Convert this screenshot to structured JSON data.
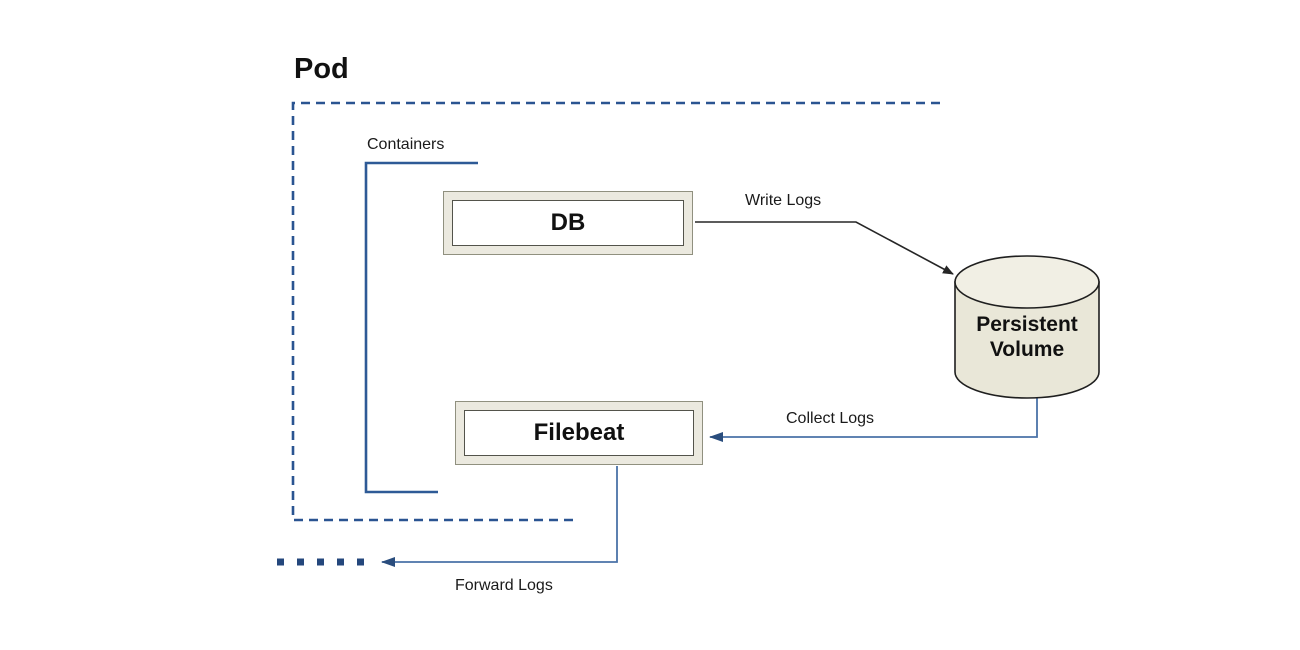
{
  "diagram": {
    "pod": {
      "label": "Pod"
    },
    "containers_group": {
      "label": "Containers"
    },
    "nodes": [
      {
        "id": "db",
        "label": "DB",
        "type": "container-box"
      },
      {
        "id": "filebeat",
        "label": "Filebeat",
        "type": "container-box"
      },
      {
        "id": "persistent-volume",
        "label": "Persistent Volume",
        "type": "cylinder"
      }
    ],
    "edges": [
      {
        "id": "write-logs",
        "label": "Write Logs",
        "from": "db",
        "to": "persistent-volume"
      },
      {
        "id": "collect-logs",
        "label": "Collect Logs",
        "from": "persistent-volume",
        "to": "filebeat"
      },
      {
        "id": "forward-logs",
        "label": "Forward Logs",
        "from": "filebeat",
        "to": "outside-pod"
      }
    ],
    "colors": {
      "pod_border": "#2a5491",
      "bracket": "#2e5a96",
      "flow_line": "#4a72a8",
      "flow_arrowhead": "#2a4d7d",
      "black_line": "#262626",
      "node_fill": "#ebe9df",
      "node_inner_border": "#53534b",
      "cylinder_fill": "#e9e7d8",
      "cylinder_top_fill": "#f1efe4",
      "text": "#1a1a1a"
    }
  }
}
